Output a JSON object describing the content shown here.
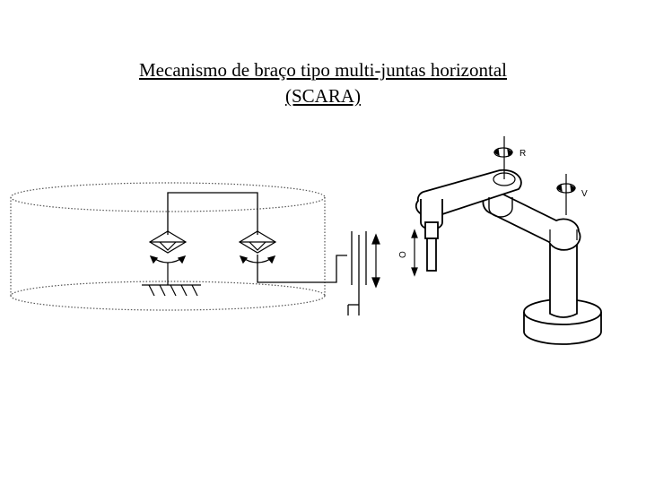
{
  "title": {
    "line1": "Mecanismo de braço tipo multi-juntas horizontal",
    "line2": "(SCARA)"
  },
  "robot_labels": {
    "r": "R",
    "v": "V",
    "o": "O"
  },
  "colors": {
    "ink": "#000000",
    "dotted": "#555555",
    "background": "#ffffff"
  }
}
